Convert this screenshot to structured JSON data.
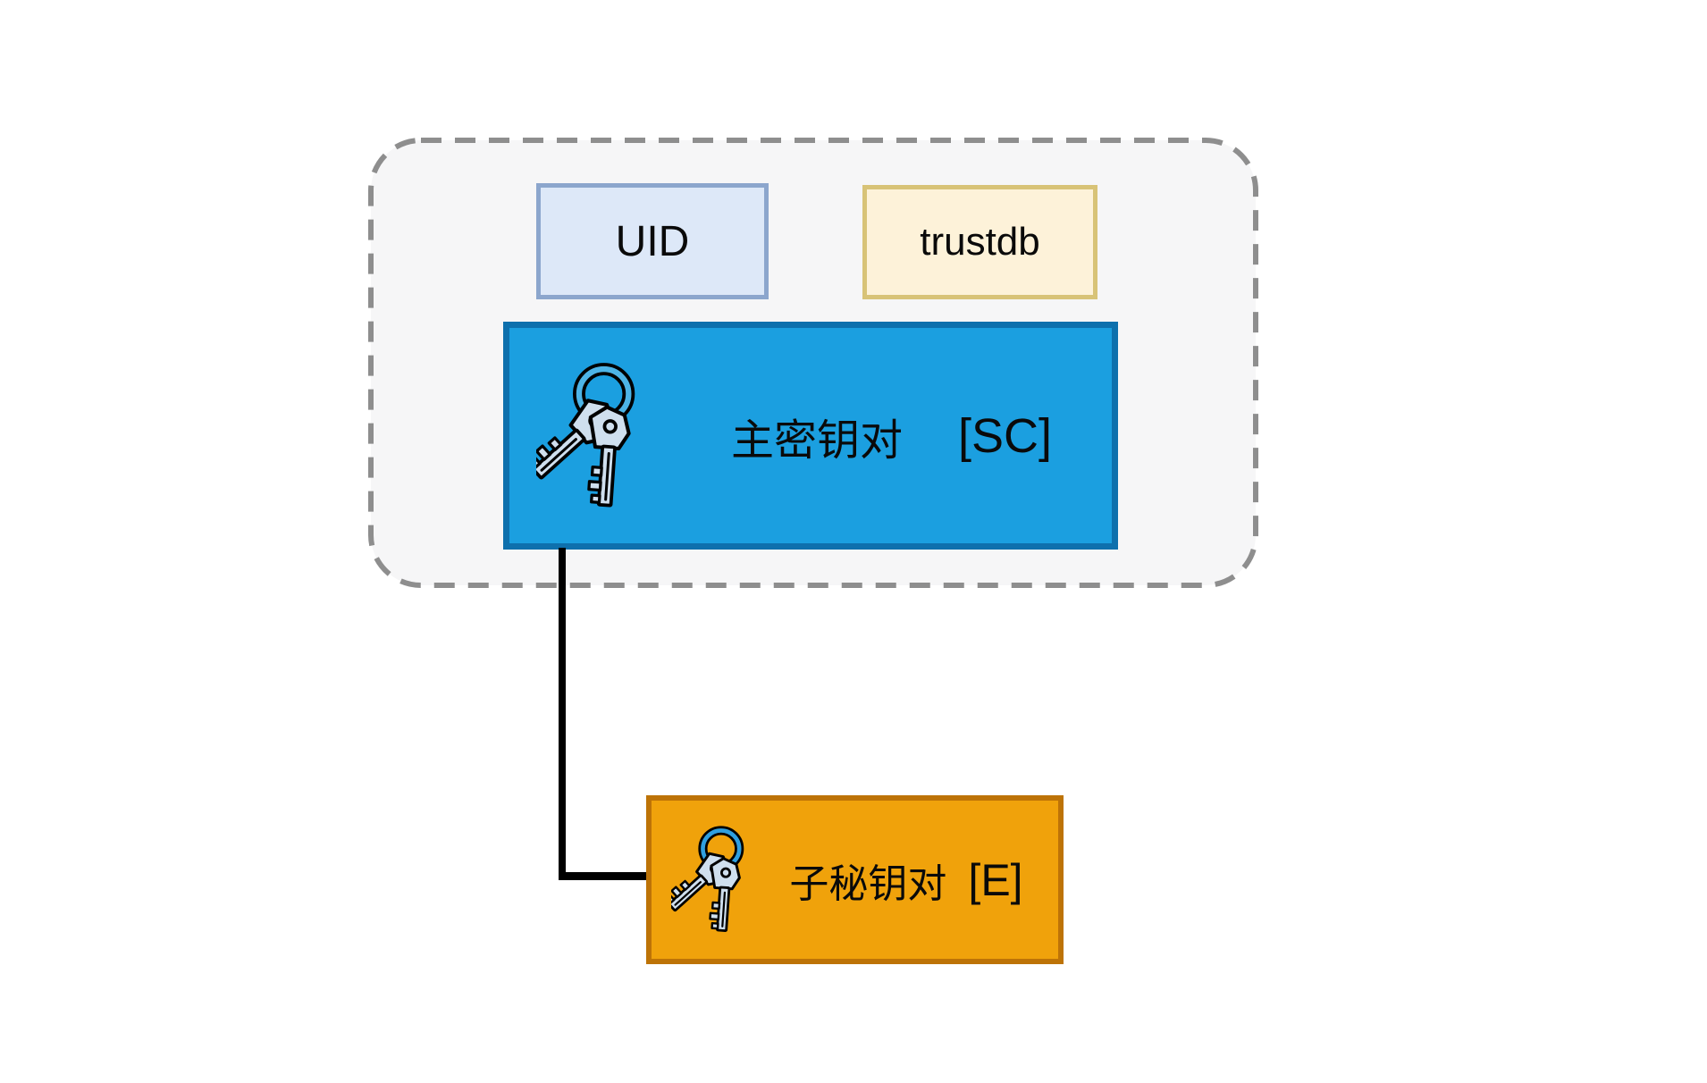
{
  "diagram": {
    "keyring": {
      "uid_label": "UID",
      "trustdb_label": "trustdb",
      "master_keypair": {
        "label": "主密钥对",
        "usage_tag": "[SC]"
      }
    },
    "subkey_pair": {
      "label": "子秘钥对",
      "usage_tag": "[E]"
    },
    "icons": {
      "master": "keys-icon",
      "subkey": "keys-icon"
    },
    "colors": {
      "page_background": "#ffffff",
      "container_fill": "#f6f6f7",
      "container_border": "#8e8e8e",
      "uid_box_fill": "#dde8f8",
      "uid_box_border": "#8ca6cd",
      "trustdb_box_fill": "#fdf2d9",
      "trustdb_box_border": "#d8c377",
      "master_box_fill": "#1b9fe0",
      "master_box_border": "#0e70ad",
      "subkey_box_fill": "#f0a20b",
      "subkey_box_border": "#bd7307",
      "connector": "#000000",
      "text": "#0a0a0a"
    }
  }
}
